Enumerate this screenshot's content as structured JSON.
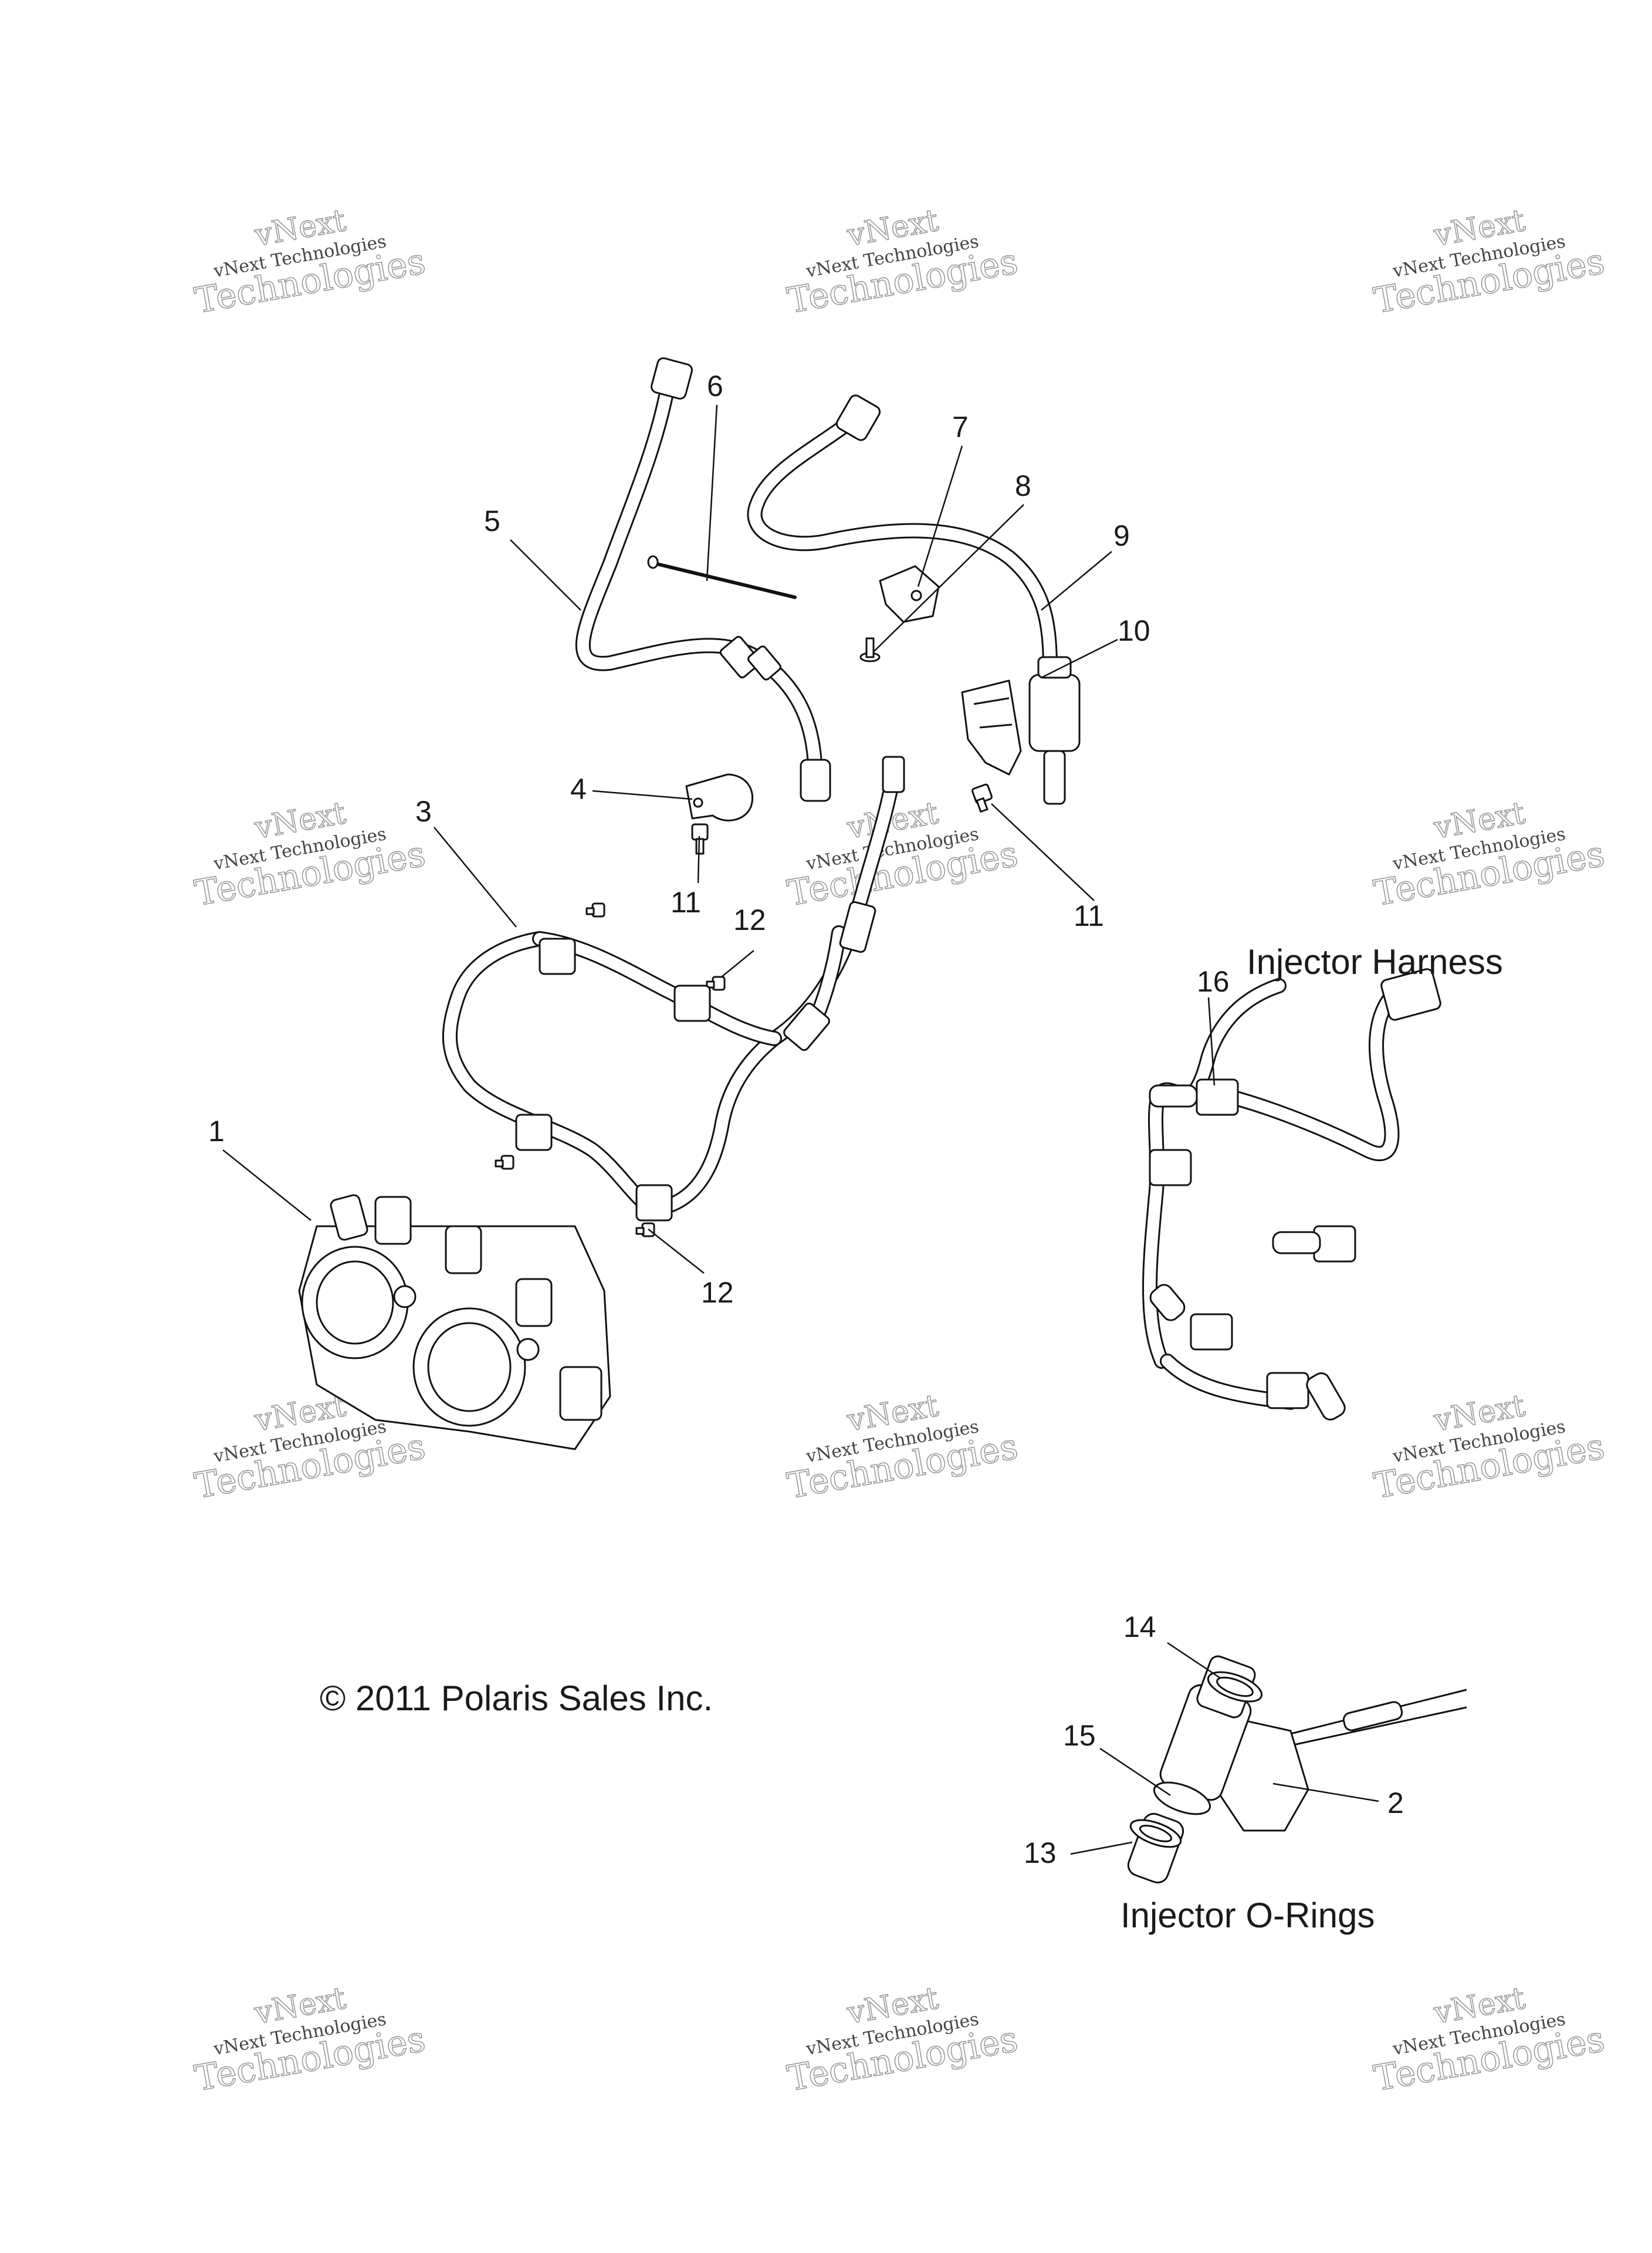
{
  "callouts": {
    "c1": "1",
    "c2": "2",
    "c3": "3",
    "c4": "4",
    "c5": "5",
    "c6": "6",
    "c7": "7",
    "c8": "8",
    "c9": "9",
    "c10": "10",
    "c11a": "11",
    "c11b": "11",
    "c12a": "12",
    "c12b": "12",
    "c13": "13",
    "c14": "14",
    "c15": "15",
    "c16": "16"
  },
  "captions": {
    "injector_harness": "Injector Harness",
    "injector_orings": "Injector O-Rings",
    "copyright": "© 2011 Polaris Sales Inc."
  },
  "watermark": {
    "line1": "vNext",
    "line2": "vNext Technologies",
    "line3": "Technologies"
  }
}
